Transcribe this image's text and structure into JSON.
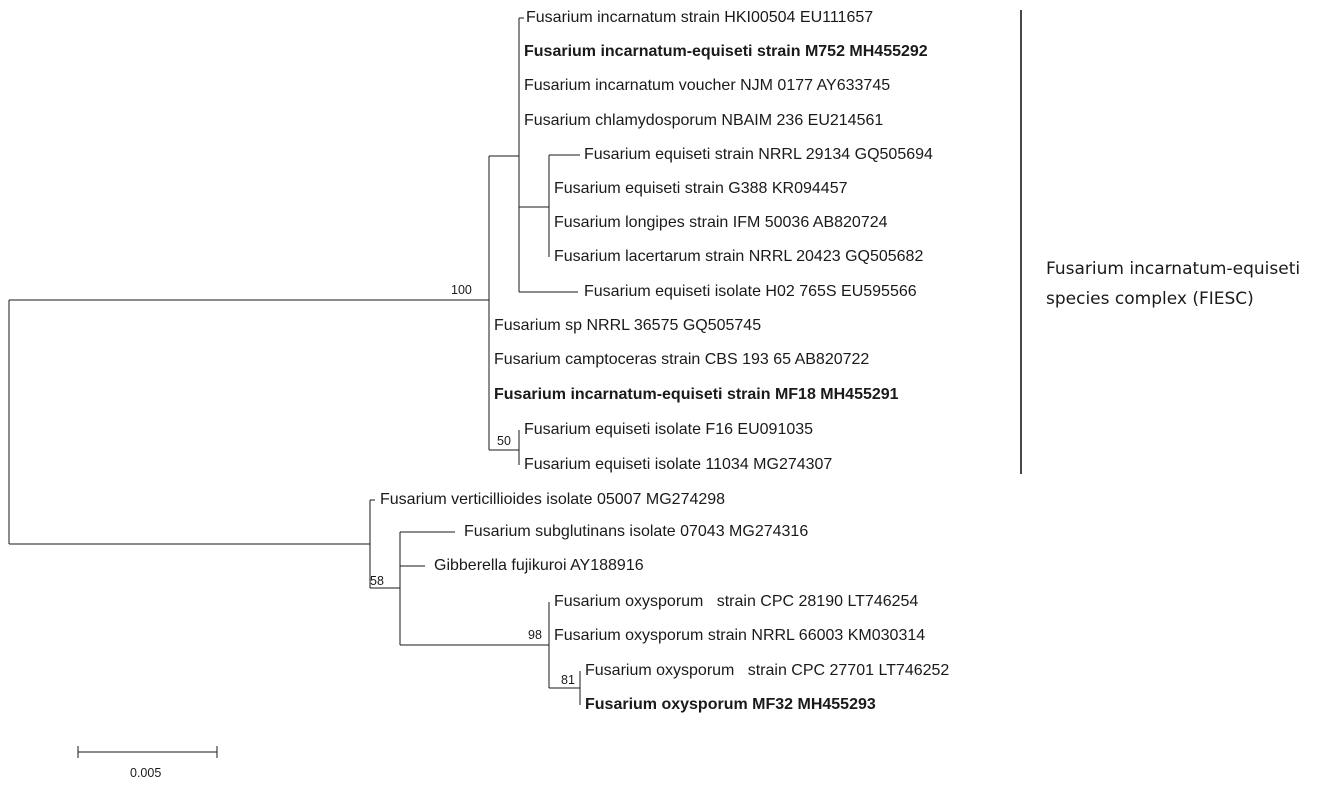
{
  "tree": {
    "taxa": [
      {
        "id": "t1",
        "label": "Fusarium incarnatum strain HKI00504 EU111657",
        "bold": false
      },
      {
        "id": "t2",
        "label": "Fusarium incarnatum-equiseti strain M752 MH455292",
        "bold": true
      },
      {
        "id": "t3",
        "label": "Fusarium incarnatum voucher NJM 0177 AY633745",
        "bold": false
      },
      {
        "id": "t4",
        "label": "Fusarium chlamydosporum NBAIM 236 EU214561",
        "bold": false
      },
      {
        "id": "t5",
        "label": "Fusarium equiseti strain NRRL 29134 GQ505694",
        "bold": false
      },
      {
        "id": "t6",
        "label": "Fusarium equiseti strain G388 KR094457",
        "bold": false
      },
      {
        "id": "t7",
        "label": "Fusarium longipes strain IFM 50036 AB820724",
        "bold": false
      },
      {
        "id": "t8",
        "label": "Fusarium lacertarum strain NRRL 20423 GQ505682",
        "bold": false
      },
      {
        "id": "t9",
        "label": "Fusarium equiseti isolate H02 765S EU595566",
        "bold": false
      },
      {
        "id": "t10",
        "label": "Fusarium sp NRRL 36575 GQ505745",
        "bold": false
      },
      {
        "id": "t11",
        "label": "Fusarium camptoceras strain CBS 193 65 AB820722",
        "bold": false
      },
      {
        "id": "t12",
        "label": "Fusarium incarnatum-equiseti strain MF18 MH455291",
        "bold": true
      },
      {
        "id": "t13",
        "label": "Fusarium equiseti isolate F16 EU091035",
        "bold": false
      },
      {
        "id": "t14",
        "label": "Fusarium equiseti isolate 11034 MG274307",
        "bold": false
      },
      {
        "id": "t15",
        "label": "Fusarium verticillioides isolate 05007 MG274298",
        "bold": false
      },
      {
        "id": "t16",
        "label": "Fusarium subglutinans isolate 07043 MG274316",
        "bold": false
      },
      {
        "id": "t17",
        "label": "Gibberella fujikuroi AY188916",
        "bold": false
      },
      {
        "id": "t18",
        "label": "Fusarium oxysporum   strain CPC 28190 LT746254",
        "bold": false
      },
      {
        "id": "t19",
        "label": "Fusarium oxysporum strain NRRL 66003 KM030314",
        "bold": false
      },
      {
        "id": "t20",
        "label": "Fusarium oxysporum   strain CPC 27701 LT746252",
        "bold": false
      },
      {
        "id": "t21",
        "label": "Fusarium oxysporum MF32 MH455293",
        "bold": true
      }
    ],
    "support_values": [
      {
        "node": "fiesc-root",
        "value": "100"
      },
      {
        "node": "f16-11034",
        "value": "50"
      },
      {
        "node": "verticillioides-group",
        "value": "58"
      },
      {
        "node": "oxysporum-group",
        "value": "98"
      },
      {
        "node": "cpc27701-mf32",
        "value": "81"
      }
    ],
    "clade_annotation": {
      "line1": "Fusarium incarnatum-equiseti",
      "line2": "species complex (FIESC)"
    },
    "scale_bar": {
      "value": "0.005"
    }
  }
}
